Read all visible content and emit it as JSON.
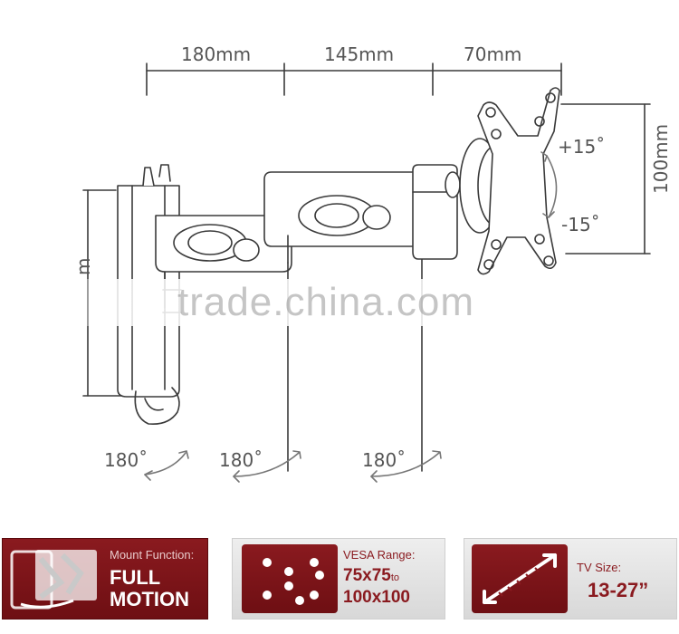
{
  "dimensions": {
    "top": [
      "180mm",
      "145mm",
      "70mm"
    ],
    "right": "100mm",
    "left_partial": "m"
  },
  "tilt": {
    "up": "+15˚",
    "down": "-15˚"
  },
  "swivel": [
    "180˚",
    "180˚",
    "180˚"
  ],
  "watermark": "trade.china.com",
  "features": {
    "mount": {
      "title": "Mount Function:",
      "value_line1": "FULL",
      "value_line2": "MOTION",
      "icon": "full-motion-icon"
    },
    "vesa": {
      "title": "VESA Range:",
      "value_line1": "75x75",
      "value_to": "to",
      "value_line2": "100x100",
      "icon": "vesa-hole-pattern-icon"
    },
    "tv": {
      "title": "TV Size:",
      "value": "13-27”",
      "icon": "diagonal-arrow-icon"
    }
  },
  "colors": {
    "brand_red": "#7a1419",
    "line": "#555555",
    "panel_grey": "#e4e4e4"
  }
}
